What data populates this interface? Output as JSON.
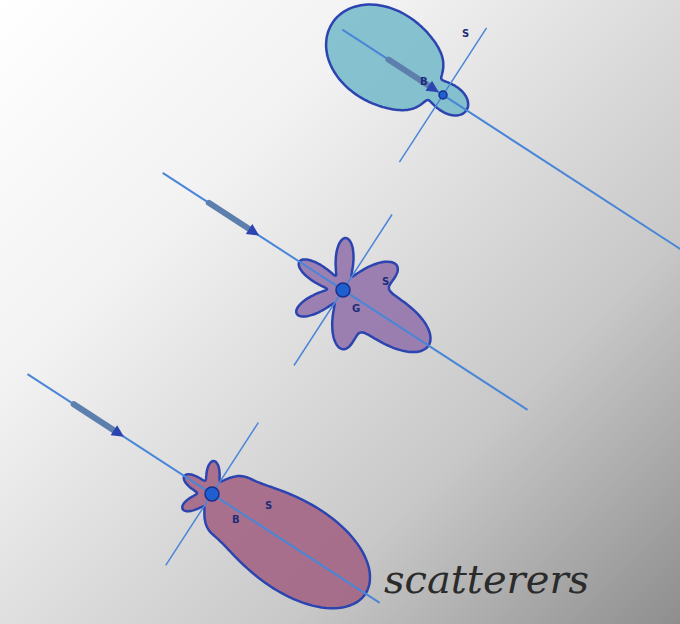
{
  "diagram": {
    "labels": [
      "S",
      "B",
      "S",
      "G",
      "S",
      "B",
      "scatterers"
    ]
  }
}
